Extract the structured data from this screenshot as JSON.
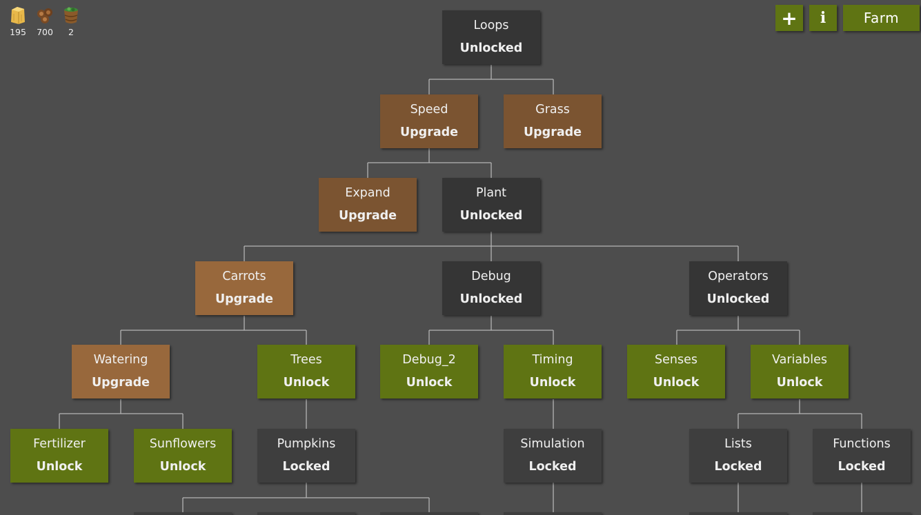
{
  "resources": [
    {
      "icon": "hay-icon",
      "count": "195"
    },
    {
      "icon": "wood-icon",
      "count": "700"
    },
    {
      "icon": "carrot-barrel-icon",
      "count": "2"
    }
  ],
  "hud": {
    "add_label": "+",
    "info_label": "i",
    "farm_label": "Farm"
  },
  "colors": {
    "background": "#4d4d4d",
    "unlocked": "#353535",
    "upgrade": "#7b5431",
    "upgrade_highlight": "#98683c",
    "unlock": "#5f7413",
    "locked": "#3e3e3e",
    "connector": "#b5b5b5"
  },
  "tree": [
    {
      "id": "loops",
      "name": "Loops",
      "state": "Unlocked",
      "parent": null
    },
    {
      "id": "speed",
      "name": "Speed",
      "state": "Upgrade",
      "parent": "loops"
    },
    {
      "id": "grass",
      "name": "Grass",
      "state": "Upgrade",
      "parent": "loops"
    },
    {
      "id": "expand",
      "name": "Expand",
      "state": "Upgrade",
      "parent": "speed"
    },
    {
      "id": "plant",
      "name": "Plant",
      "state": "Unlocked",
      "parent": "speed"
    },
    {
      "id": "carrots",
      "name": "Carrots",
      "state": "Upgrade",
      "parent": "plant"
    },
    {
      "id": "debug",
      "name": "Debug",
      "state": "Unlocked",
      "parent": "plant"
    },
    {
      "id": "operators",
      "name": "Operators",
      "state": "Unlocked",
      "parent": "plant"
    },
    {
      "id": "watering",
      "name": "Watering",
      "state": "Upgrade",
      "parent": "carrots"
    },
    {
      "id": "trees",
      "name": "Trees",
      "state": "Unlock",
      "parent": "carrots"
    },
    {
      "id": "debug_2",
      "name": "Debug_2",
      "state": "Unlock",
      "parent": "debug"
    },
    {
      "id": "timing",
      "name": "Timing",
      "state": "Unlock",
      "parent": "debug"
    },
    {
      "id": "senses",
      "name": "Senses",
      "state": "Unlock",
      "parent": "operators"
    },
    {
      "id": "variables",
      "name": "Variables",
      "state": "Unlock",
      "parent": "operators"
    },
    {
      "id": "fertilizer",
      "name": "Fertilizer",
      "state": "Unlock",
      "parent": "watering"
    },
    {
      "id": "sunflowers",
      "name": "Sunflowers",
      "state": "Unlock",
      "parent": "watering"
    },
    {
      "id": "pumpkins",
      "name": "Pumpkins",
      "state": "Locked",
      "parent": "trees"
    },
    {
      "id": "simulation",
      "name": "Simulation",
      "state": "Locked",
      "parent": "timing"
    },
    {
      "id": "lists",
      "name": "Lists",
      "state": "Locked",
      "parent": "variables"
    },
    {
      "id": "functions",
      "name": "Functions",
      "state": "Locked",
      "parent": "variables"
    }
  ]
}
